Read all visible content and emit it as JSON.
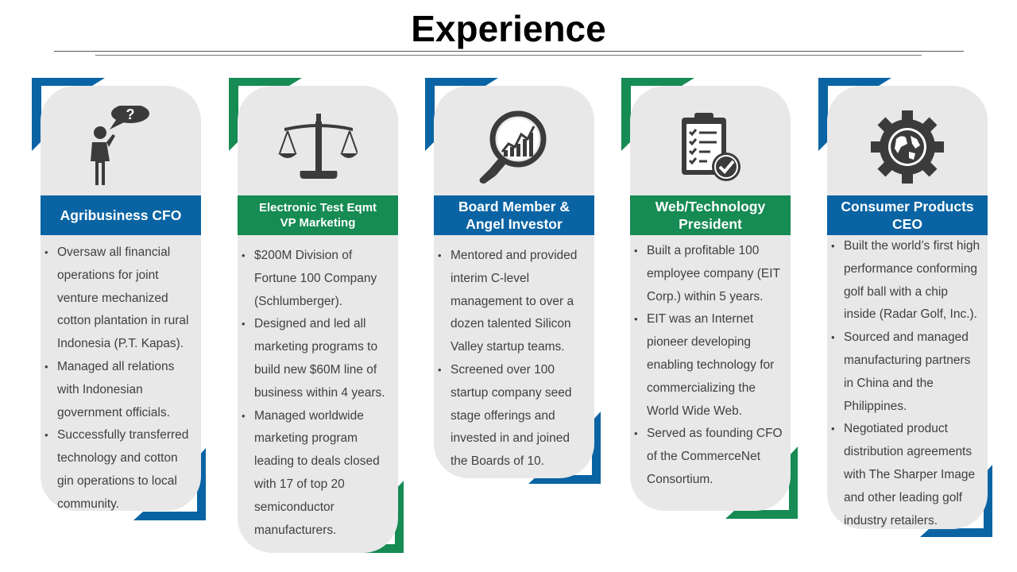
{
  "title": "Experience",
  "colors": {
    "blue": "#0a64a4",
    "green": "#168b53",
    "panel": "#e8e8e9",
    "icon": "#3b3b3b"
  },
  "cards": [
    {
      "icon": "person-question-icon",
      "header": [
        "Agribusiness CFO"
      ],
      "bullets": [
        "Oversaw all financial operations for joint venture mechanized cotton plantation in rural Indonesia (P.T. Kapas).",
        "Managed all relations with Indonesian government officials.",
        "Successfully transferred technology and cotton gin operations to local community."
      ]
    },
    {
      "icon": "balance-scale-icon",
      "header": [
        "Electronic Test Eqmt",
        "VP Marketing"
      ],
      "bullets": [
        "$200M Division of Fortune 100 Company (Schlumberger).",
        "Designed and led all marketing programs to build new $60M line of business within 4 years.",
        "Managed worldwide marketing program leading to deals closed with 17 of top 20 semiconductor manufacturers."
      ]
    },
    {
      "icon": "magnifier-chart-icon",
      "header": [
        "Board Member &",
        "Angel Investor"
      ],
      "bullets": [
        "Mentored and provided interim C-level management to over a dozen talented Silicon Valley startup teams.",
        "Screened over 100 startup company seed stage offerings and invested in and joined the Boards of 10."
      ]
    },
    {
      "icon": "clipboard-check-icon",
      "header": [
        "Web/Technology",
        "President"
      ],
      "bullets": [
        "Built a profitable 100 employee company (EIT Corp.) within 5 years.",
        "EIT was an Internet pioneer developing enabling technology for commercializing the World Wide Web.",
        "Served as founding CFO of the CommerceNet Consortium."
      ]
    },
    {
      "icon": "gear-globe-icon",
      "header": [
        "Consumer Products",
        "CEO"
      ],
      "bullets": [
        "Built the world’s first high performance conforming golf ball with a chip inside (Radar Golf, Inc.).",
        "Sourced and managed manufacturing partners in China and the Philippines.",
        "Negotiated product distribution agreements with The Sharper Image and other leading golf industry retailers."
      ]
    }
  ]
}
